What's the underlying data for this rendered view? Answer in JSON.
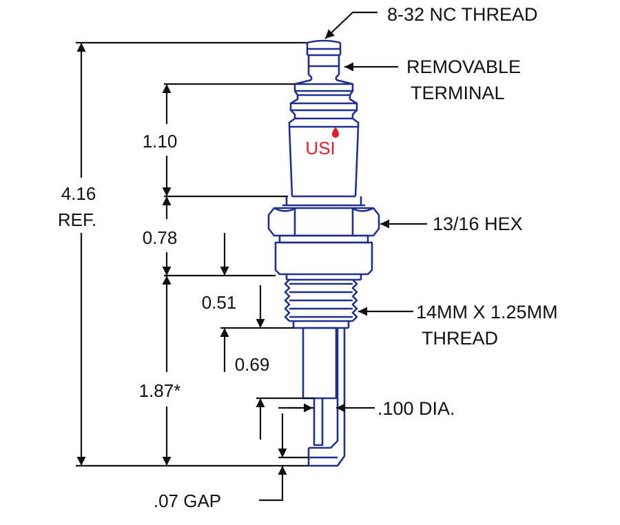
{
  "brand": {
    "text": "USI",
    "color": "#e41e26"
  },
  "colors": {
    "outline": "#1f2f8f",
    "dimension_lines": "#111111"
  },
  "callouts": {
    "thread_top": "8-32 NC THREAD",
    "terminal_line1": "REMOVABLE",
    "terminal_line2": "TERMINAL",
    "hex": "13/16 HEX",
    "thread_line1": "14MM X 1.25MM",
    "thread_line2": "THREAD",
    "dia": ".100 DIA."
  },
  "dimensions": {
    "overall_value": "4.16",
    "overall_ref": "REF.",
    "terminal": "1.10",
    "hex": "0.78",
    "thread": "0.51",
    "insulator": "0.69",
    "electrode": "1.87*",
    "gap": ".07 GAP"
  }
}
